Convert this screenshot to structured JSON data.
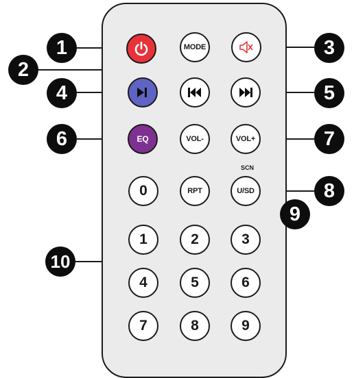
{
  "remote": {
    "buttons": {
      "power_icon": "power-icon",
      "mode": "MODE",
      "mute_icon": "mute-speaker-icon",
      "play_pause_icon": "play-pause-icon",
      "prev_icon": "skip-previous-icon",
      "next_icon": "skip-next-icon",
      "eq": "EQ",
      "vol_down": "VOL-",
      "vol_up": "VOL+",
      "rpt": "RPT",
      "usd": "U/SD",
      "usd_top_label": "SCN",
      "digits": [
        "0",
        "1",
        "2",
        "3",
        "4",
        "5",
        "6",
        "7",
        "8",
        "9"
      ]
    },
    "colors": {
      "power": "#e8323a",
      "play_pause": "#5f63c3",
      "eq": "#7e3191",
      "mute_icon": "#e8323a",
      "body": "#ebebeb"
    }
  },
  "callouts": [
    "1",
    "2",
    "3",
    "4",
    "5",
    "6",
    "7",
    "8",
    "9",
    "10"
  ]
}
